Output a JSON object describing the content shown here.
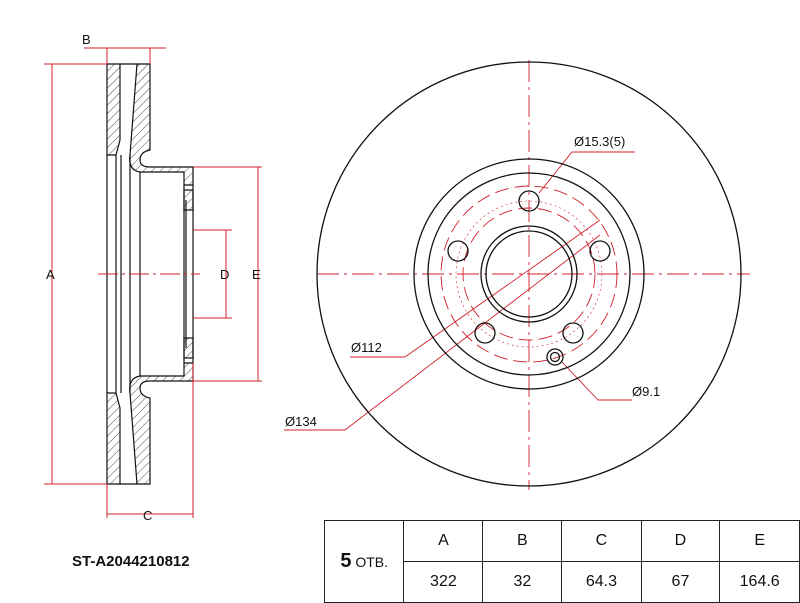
{
  "part_number": "ST-A2044210812",
  "side_view_labels": {
    "A": "A",
    "B": "B",
    "C": "C",
    "D": "D",
    "E": "E"
  },
  "front_view_labels": {
    "bolt_hole": "Ø15.3(5)",
    "pcd": "Ø112",
    "hub_diameter": "Ø134",
    "pin_hole": "Ø9.1"
  },
  "spec_table": {
    "holes_count": "5",
    "holes_unit": "ОТВ.",
    "headers": [
      "A",
      "B",
      "C",
      "D",
      "E"
    ],
    "values": [
      "322",
      "32",
      "64.3",
      "67",
      "164.6"
    ]
  },
  "colors": {
    "outline": "#111111",
    "dimension": "#d0202a"
  }
}
